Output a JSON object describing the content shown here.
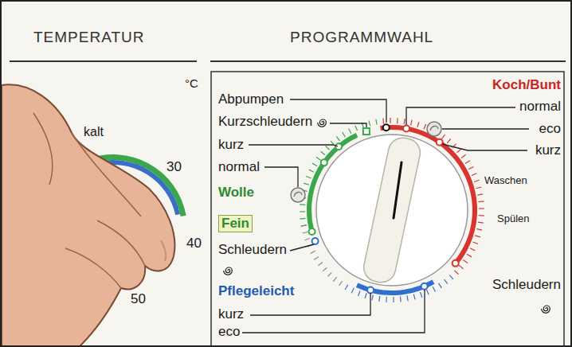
{
  "diagram": {
    "nodes": [
      {
        "text": [
          "TEMPERATUR"
        ]
      },
      {
        "text": [
          "PROGRAMMWAHL"
        ]
      }
    ],
    "labels": [
      "°C",
      "kalt",
      "30",
      "40",
      "50",
      "Abpumpen",
      "Kurzschleudern",
      "kurz",
      "normal",
      "Wolle",
      "Fein",
      "Schleudern",
      "Pflegeleicht",
      "kurz",
      "eco",
      "Koch/Bunt",
      "normal",
      "eco",
      "kurz",
      "Waschen",
      "Spülen",
      "Schleudern"
    ]
  }
}
